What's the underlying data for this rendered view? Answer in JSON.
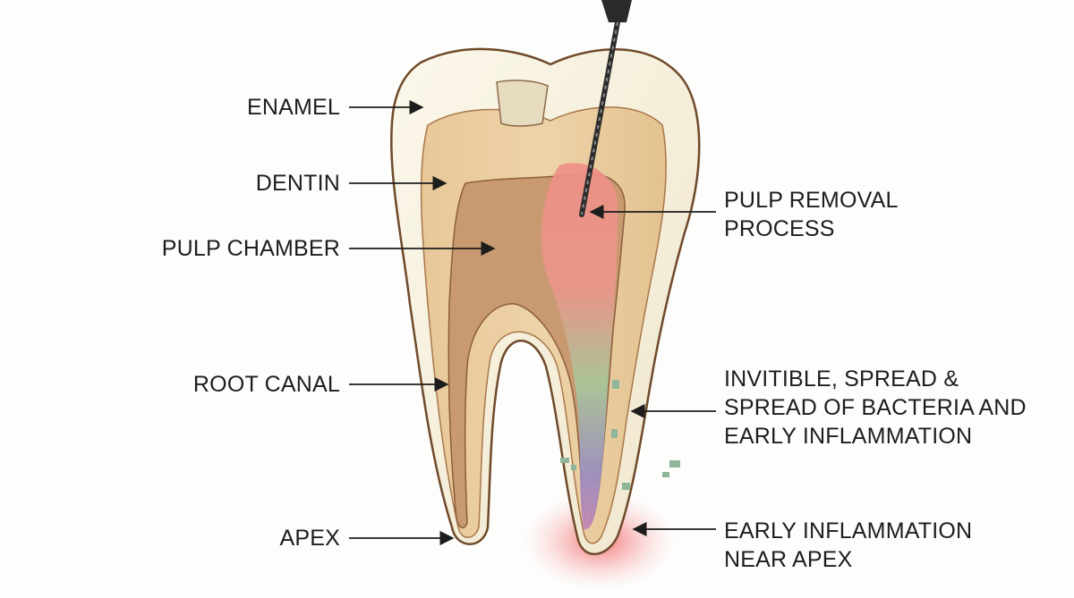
{
  "diagram": {
    "labels_left": [
      {
        "id": "enamel",
        "text": "ENAMEL"
      },
      {
        "id": "dentin",
        "text": "DENTIN"
      },
      {
        "id": "pulp-chamber",
        "text": "PULP CHAMBER"
      },
      {
        "id": "root-canal",
        "text": "ROOT CANAL"
      },
      {
        "id": "apex",
        "text": "APEX"
      }
    ],
    "labels_right": [
      {
        "id": "pulp-removal",
        "lines": [
          "PULP REMOVAL",
          "PROCESS"
        ]
      },
      {
        "id": "bacteria-spread",
        "lines": [
          "INVITIBLE, SPREAD &",
          "SPREAD OF BACTERIA AND",
          "EARLY INFLAMMATION"
        ]
      },
      {
        "id": "apex-inflammation",
        "lines": [
          "EARLY INFLAMMATION",
          "NEAR APEX"
        ]
      }
    ],
    "colors": {
      "enamel": "#f5f0e1",
      "dentin": "#e4c493",
      "pulp": "#c4946b",
      "infected_pulp": "#e98d86",
      "bacteria": "#9bc48a",
      "inflammation": "#f06a6a",
      "outline": "#6f4a2a",
      "instrument": "#2c2c2c"
    }
  }
}
